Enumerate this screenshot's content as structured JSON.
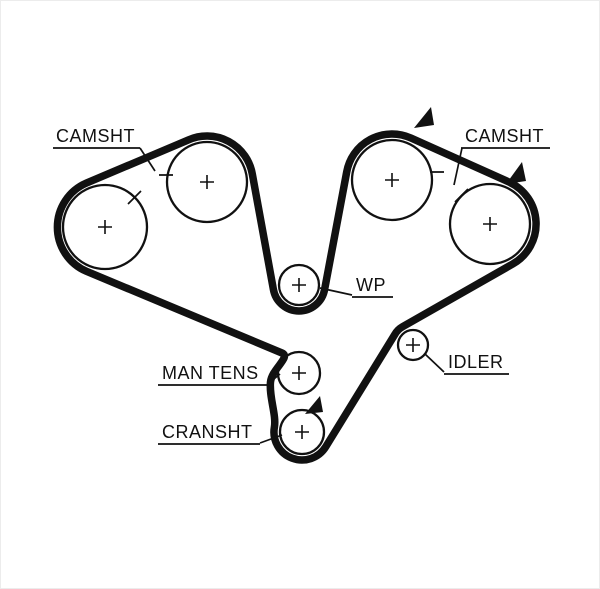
{
  "diagram": {
    "type": "timing-belt-routing",
    "colors": {
      "background": "#ffffff",
      "ink": "#111111"
    },
    "labels": {
      "camshaft_left": "CAMSHT",
      "camshaft_right": "CAMSHT",
      "water_pump": "WP",
      "manual_tensioner": "MAN TENS",
      "crankshaft": "CRANSHT",
      "idler": "IDLER"
    },
    "components": [
      "camshaft-pulley-left-outer",
      "camshaft-pulley-left-inner",
      "camshaft-pulley-right-inner",
      "camshaft-pulley-right-outer",
      "water-pump-pulley",
      "manual-tensioner-pulley",
      "crankshaft-sprocket",
      "idler-pulley",
      "timing-belt"
    ],
    "icons": {
      "rotation_arrow": "filled-triangle",
      "center_mark": "plus",
      "timing_mark": "tick"
    }
  }
}
